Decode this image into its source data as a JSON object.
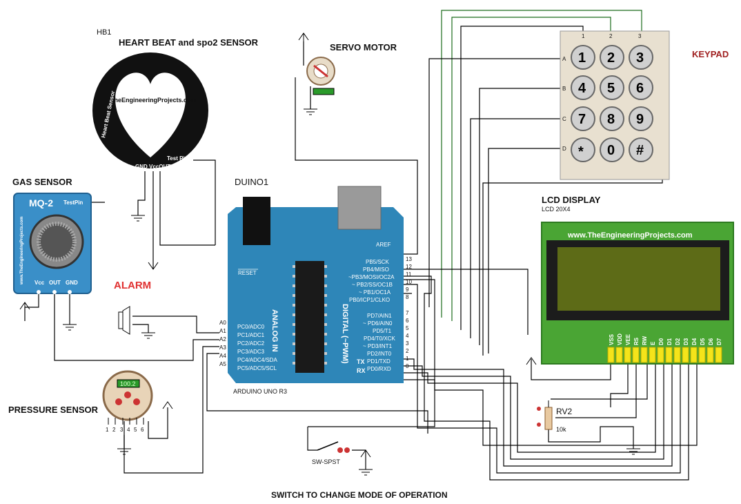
{
  "labels": {
    "hb_ref": "HB1",
    "heart_title": "HEART BEAT and spo2 SENSOR",
    "heart_brand": "TheEngineeringProjects.com",
    "heart_side": "Heart Beat Sensor",
    "heart_testpin": "Test Pin",
    "heart_pins": "GND VccOUT",
    "servo_title": "SERVO MOTOR",
    "keypad_title": "KEYPAD",
    "gas_title": "GAS SENSOR",
    "gas_model": "MQ-2",
    "gas_testpin": "TestPin",
    "gas_side": "www.TheEngineeringProjects.com",
    "gas_pins": [
      "Vcc",
      "OUT",
      "GND"
    ],
    "alarm_title": "ALARM",
    "duino_ref": "DUINO1",
    "arduino_caption": "ARDUINO UNO R3",
    "lcd_title": "LCD DISPLAY",
    "lcd_model": "LCD 20X4",
    "lcd_brand": "www.TheEngineeringProjects.com",
    "pressure_title": "PRESSURE SENSOR",
    "pressure_value": "100.2",
    "rv_ref": "RV2",
    "rv_value": "10k",
    "switch_ref": "SW-SPST",
    "switch_caption": "SWITCH TO CHANGE MODE OF OPERATION"
  },
  "arduino": {
    "aref": "AREF",
    "reset": "RESET",
    "analog_label": "ANALOG IN",
    "digital_label": "DIGITAL (~PWM)",
    "tx": "TX",
    "rx": "RX",
    "analog_ext": [
      "A0",
      "A1",
      "A2",
      "A3",
      "A4",
      "A5"
    ],
    "analog_pins": [
      "PC0/ADC0",
      "PC1/ADC1",
      "PC2/ADC2",
      "PC3/ADC3",
      "PC4/ADC4/SDA",
      "PC5/ADC5/SCL"
    ],
    "digital_pins_top": [
      "PB5/SCK",
      "PB4/MISO",
      "~PB3/MOSI/OC2A",
      "~ PB2/SS/OC1B",
      "~ PB1/OC1A",
      "PB0/ICP1/CLKO"
    ],
    "digital_nums_top": [
      "13",
      "12",
      "11",
      "10",
      "9",
      "8"
    ],
    "digital_pins_bottom": [
      "PD7/AIN1",
      "~ PD6/AIN0",
      "PD5/T1",
      "PD4/T0/XCK",
      "~ PD3/INT1",
      "PD2/INT0",
      "PD1/TXD",
      "PD0/RXD"
    ],
    "digital_nums_bottom": [
      "7",
      "6",
      "5",
      "4",
      "3",
      "2",
      "1",
      "0"
    ]
  },
  "keypad": {
    "rows": [
      "A",
      "B",
      "C",
      "D"
    ],
    "cols": [
      "1",
      "2",
      "3"
    ],
    "keys": [
      "1",
      "2",
      "3",
      "4",
      "5",
      "6",
      "7",
      "8",
      "9",
      "*",
      "0",
      "#"
    ]
  },
  "lcd_pins": [
    "VSS",
    "VDD",
    "VEE",
    "RS",
    "RW",
    "E",
    "D0",
    "D1",
    "D2",
    "D3",
    "D4",
    "D5",
    "D6",
    "D7"
  ],
  "pressure_pins": [
    "1",
    "2",
    "3",
    "4",
    "5",
    "6"
  ],
  "colors": {
    "arduino_board": "#2e86b8",
    "lcd_board": "#4aa534",
    "lcd_screen": "#5d6b17",
    "lcd_bezel": "#1c1c1c",
    "alarm_red": "#e03030",
    "keypad_body": "#e8e0d0",
    "pin_yellow": "#f5e41a",
    "sensor_blue": "#3a8fc8"
  }
}
